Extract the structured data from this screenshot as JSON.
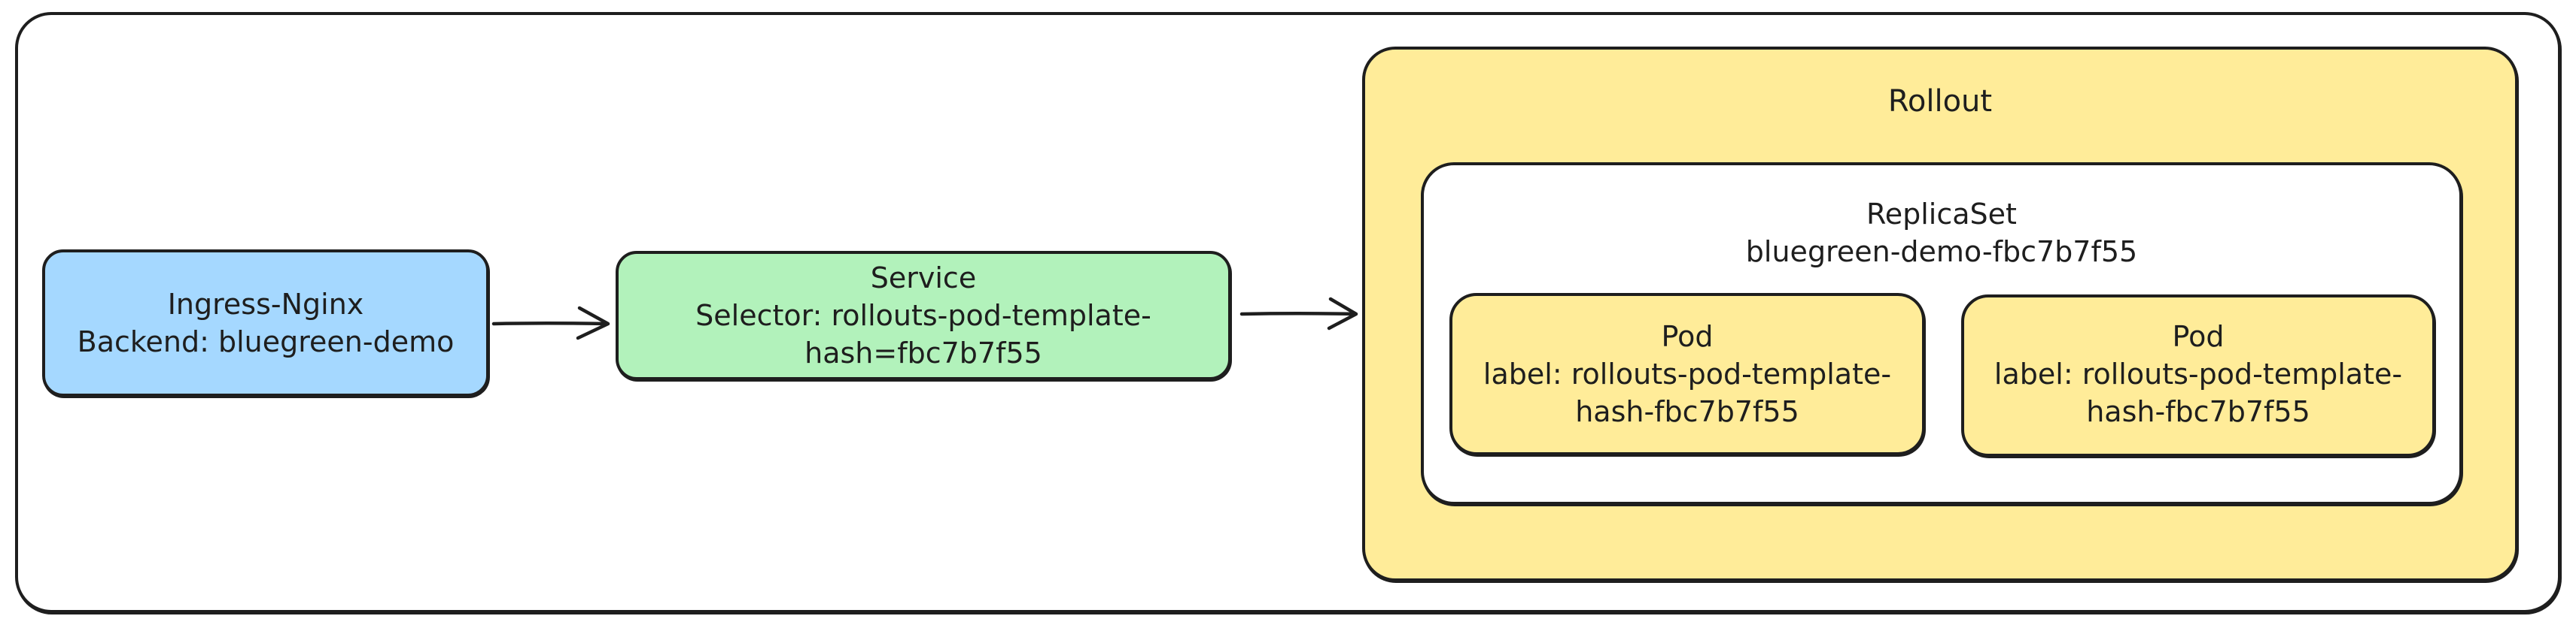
{
  "diagram": {
    "ingress": {
      "line1": "Ingress-Nginx",
      "line2": "Backend: bluegreen-demo",
      "fill": "#a5d8ff"
    },
    "service": {
      "line1": "Service",
      "line2": "Selector: rollouts-pod-template-",
      "line3": "hash=fbc7b7f55",
      "fill": "#b2f2bb"
    },
    "rollout": {
      "title": "Rollout",
      "fill": "#ffec99"
    },
    "replicaset": {
      "line1": "ReplicaSet",
      "line2": "bluegreen-demo-fbc7b7f55",
      "fill": "#ffffff"
    },
    "pods": [
      {
        "line1": "Pod",
        "line2": "label: rollouts-pod-template-",
        "line3": "hash-fbc7b7f55"
      },
      {
        "line1": "Pod",
        "line2": "label: rollouts-pod-template-",
        "line3": "hash-fbc7b7f55"
      }
    ],
    "edges": [
      {
        "from": "ingress",
        "to": "service"
      },
      {
        "from": "service",
        "to": "rollout"
      }
    ],
    "colors": {
      "stroke": "#1e1e1e",
      "background": "#ffffff"
    }
  }
}
